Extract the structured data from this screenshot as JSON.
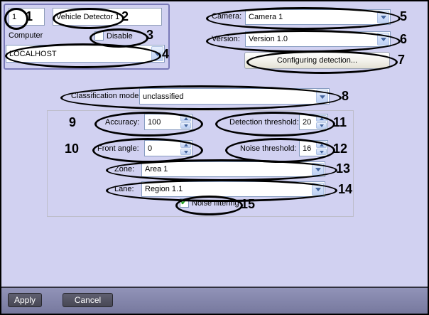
{
  "callouts": [
    "1",
    "2",
    "3",
    "4",
    "5",
    "6",
    "7",
    "8",
    "9",
    "10",
    "11",
    "12",
    "13",
    "14",
    "15"
  ],
  "identity": {
    "id_value": "1",
    "name_value": "Vehicle Detector 1",
    "computer_label": "Computer",
    "disable_label": "Disable",
    "computer_value": "LOCALHOST"
  },
  "camera": {
    "label": "Camera:",
    "value": "Camera 1"
  },
  "version": {
    "label": "Version:",
    "value": "Version 1.0"
  },
  "configure_button_label": "Configuring detection...",
  "classification": {
    "label": "Classification mode:",
    "value": "unclassified"
  },
  "detection": {
    "accuracy_label": "Accuracy:",
    "accuracy_value": "100",
    "front_angle_label": "Front angle:",
    "front_angle_value": "0",
    "detection_threshold_label": "Detection threshold:",
    "detection_threshold_value": "20",
    "noise_threshold_label": "Noise threshold:",
    "noise_threshold_value": "16",
    "zone_label": "Zone:",
    "zone_value": "Area 1",
    "lane_label": "Lane:",
    "lane_value": "Region 1.1",
    "noise_filtering_label": "Noise filtering",
    "noise_filtering_checked": true
  },
  "footer": {
    "apply_label": "Apply",
    "cancel_label": "Cancel"
  },
  "icons": {
    "check": "✔"
  },
  "colors": {
    "background": "#d1d1f1",
    "group_border": "#7a7ab8",
    "callout": "#000000",
    "check_green": "#2aa32a",
    "footer_bar": "#8486ac",
    "footer_button": "#515264"
  }
}
